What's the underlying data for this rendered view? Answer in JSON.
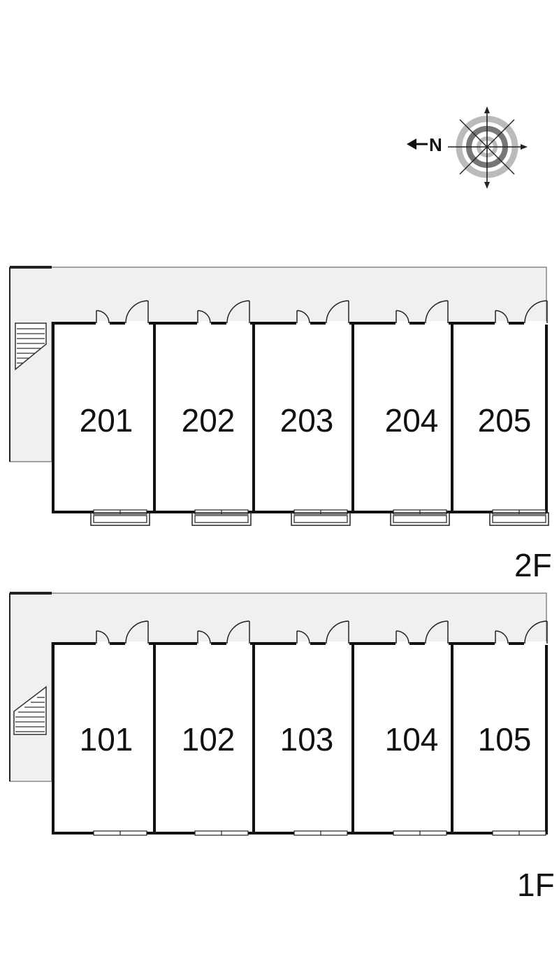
{
  "compass": {
    "north_label": "N",
    "icon": "compass-icon"
  },
  "floors": [
    {
      "floor_label": "2F",
      "units": [
        "201",
        "202",
        "203",
        "204",
        "205"
      ]
    },
    {
      "floor_label": "1F",
      "units": [
        "101",
        "102",
        "103",
        "104",
        "105"
      ]
    }
  ]
}
